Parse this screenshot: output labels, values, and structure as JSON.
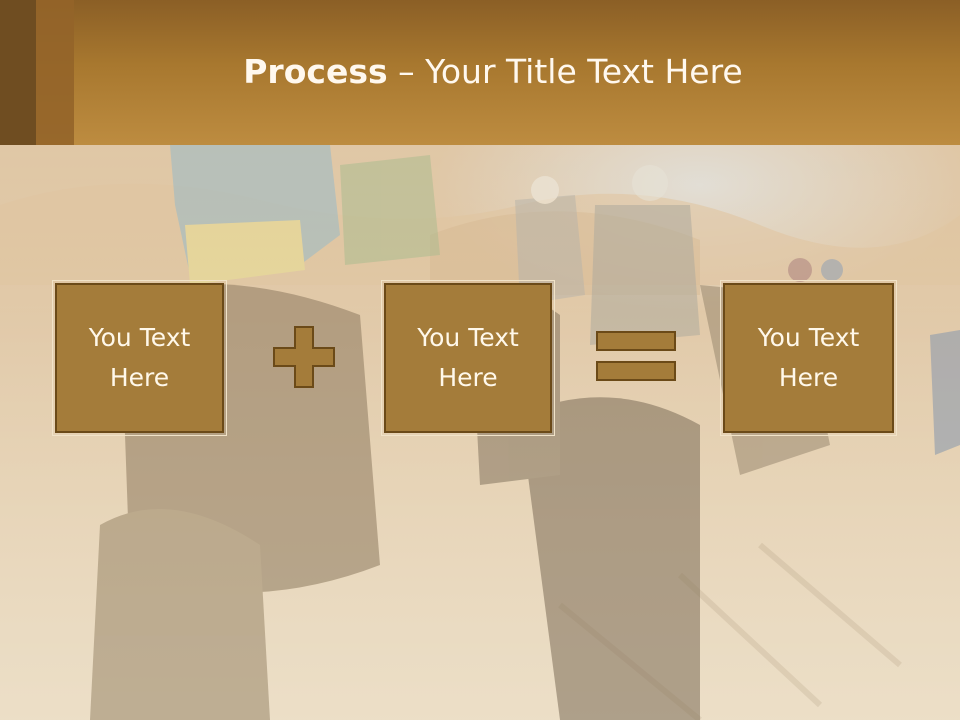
{
  "slide": {
    "title_bold": "Process",
    "title_rest": " – Your Title Text Here",
    "boxes": [
      {
        "text": "You Text\nHere"
      },
      {
        "text": "You Text\nHere"
      },
      {
        "text": "You Text\nHere"
      }
    ],
    "operators": [
      "plus-icon",
      "equals-icon"
    ]
  },
  "colors": {
    "header": "#a8782f",
    "box_fill": "#a47c3a",
    "box_border": "#6b4a18",
    "text_light": "#fff8ee"
  }
}
